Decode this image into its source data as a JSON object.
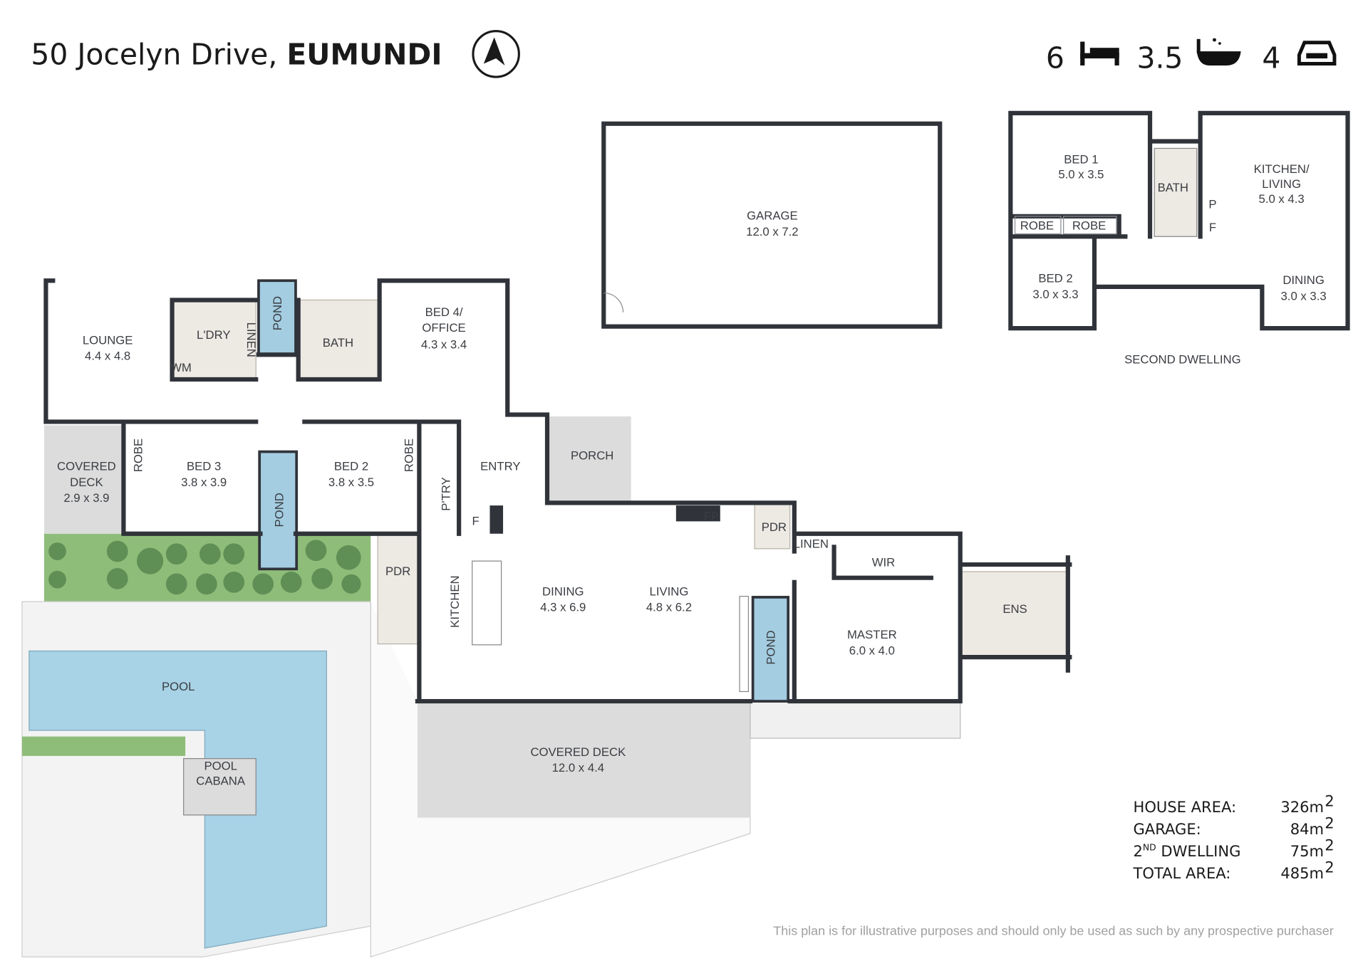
{
  "header": {
    "address": "50 Jocelyn Drive,",
    "suburb": "EUMUNDI",
    "bedrooms": "6",
    "bathrooms": "3.5",
    "car_spaces": "4"
  },
  "rooms": {
    "lounge": {
      "name": "LOUNGE",
      "dims": "4.4 x 4.8"
    },
    "laundry": {
      "name": "L'DRY"
    },
    "wm": {
      "name": "WM"
    },
    "linen1": {
      "name": "LINEN"
    },
    "pond1": {
      "name": "POND"
    },
    "bath": {
      "name": "BATH"
    },
    "bed4": {
      "name": "BED 4/",
      "name2": "OFFICE",
      "dims": "4.3 x 3.4"
    },
    "covered_deck_small": {
      "name": "COVERED",
      "name2": "DECK",
      "dims": "2.9 x 3.9"
    },
    "robe1": {
      "name": "ROBE"
    },
    "bed3": {
      "name": "BED 3",
      "dims": "3.8 x 3.9"
    },
    "pond2": {
      "name": "POND"
    },
    "bed2": {
      "name": "BED 2",
      "dims": "3.8 x 3.5"
    },
    "robe2": {
      "name": "ROBE"
    },
    "entry": {
      "name": "ENTRY"
    },
    "porch": {
      "name": "PORCH"
    },
    "pantry": {
      "name": "P'TRY"
    },
    "fridge": {
      "name": "F"
    },
    "pdr1": {
      "name": "PDR"
    },
    "kitchen": {
      "name": "KITCHEN"
    },
    "dining": {
      "name": "DINING",
      "dims": "4.3 x 6.9"
    },
    "living": {
      "name": "LIVING",
      "dims": "4.8 x 6.2"
    },
    "fp": {
      "name": "FP"
    },
    "pdr2": {
      "name": "PDR"
    },
    "linen2": {
      "name": "LINEN"
    },
    "wir": {
      "name": "WIR"
    },
    "master": {
      "name": "MASTER",
      "dims": "6.0 x 4.0"
    },
    "pond3": {
      "name": "POND"
    },
    "ens": {
      "name": "ENS"
    },
    "pool": {
      "name": "POOL"
    },
    "pool_cabana": {
      "name": "POOL",
      "name2": "CABANA"
    },
    "covered_deck": {
      "name": "COVERED DECK",
      "dims": "12.0 x 4.4"
    },
    "garage": {
      "name": "GARAGE",
      "dims": "12.0 x 7.2"
    }
  },
  "second_dwelling": {
    "title": "SECOND DWELLING",
    "bed1": {
      "name": "BED 1",
      "dims": "5.0 x 3.5"
    },
    "bath": {
      "name": "BATH"
    },
    "kitchen_living": {
      "name": "KITCHEN/",
      "name2": "LIVING",
      "dims": "5.0 x 4.3"
    },
    "robe1": {
      "name": "ROBE"
    },
    "robe2": {
      "name": "ROBE"
    },
    "pantry": {
      "name": "P"
    },
    "fridge": {
      "name": "F"
    },
    "bed2": {
      "name": "BED 2",
      "dims": "3.0 x 3.3"
    },
    "dining": {
      "name": "DINING",
      "dims": "3.0 x 3.3"
    }
  },
  "areas": [
    {
      "label": "HOUSE AREA:",
      "value": "326m",
      "sup": "2"
    },
    {
      "label": "GARAGE:",
      "value": "84m",
      "sup": "2"
    },
    {
      "label": "2",
      "label_sup": "ND",
      "label_rest": " DWELLING",
      "value": "75m",
      "sup": "2"
    },
    {
      "label": "TOTAL AREA:",
      "value": "485m",
      "sup": "2"
    }
  ],
  "disclaimer": "This plan is for illustrative purposes and should only be used as such by any prospective purchaser",
  "colors": {
    "wall": "#30343a",
    "pond": "#a4cde1",
    "pool": "#a8d2e6",
    "garden": "#8ebd79",
    "deck": "#dcdcdc"
  }
}
